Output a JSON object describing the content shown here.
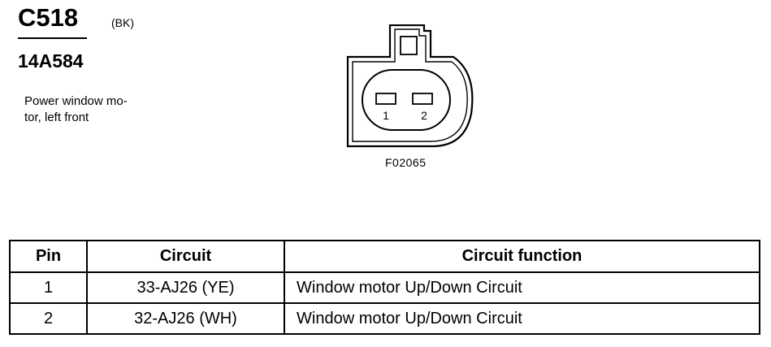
{
  "connector": {
    "id": "C518",
    "color": "(BK)",
    "part_number": "14A584",
    "description_lines": [
      "Power window mo-",
      "tor, left front"
    ],
    "pin_labels": [
      "1",
      "2"
    ],
    "figure_id": "F02065"
  },
  "table": {
    "headers": [
      "Pin",
      "Circuit",
      "Circuit function"
    ],
    "rows": [
      {
        "pin": "1",
        "circuit": "33-AJ26 (YE)",
        "function": "Window motor Up/Down Circuit"
      },
      {
        "pin": "2",
        "circuit": "32-AJ26 (WH)",
        "function": "Window motor Up/Down Circuit"
      }
    ]
  }
}
